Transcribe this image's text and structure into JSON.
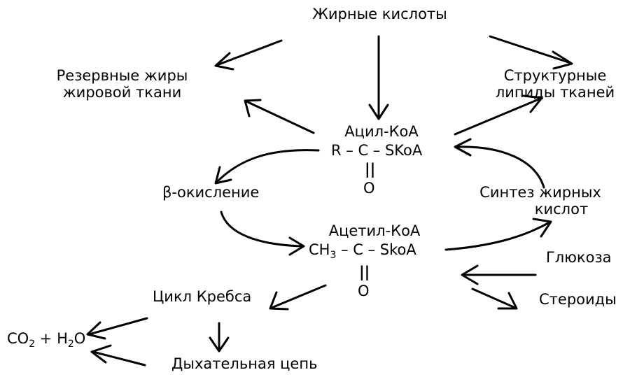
{
  "nodes": {
    "fatty_acids": "Жирные кислоты",
    "reserve_fats_line1": "Резервные жиры",
    "reserve_fats_line2": "жировой ткани",
    "structural_lipids_line1": "Структурные",
    "structural_lipids_line2": "липиды тканей",
    "acyl_coa_name": "Ацил-КоА",
    "acyl_coa_formula": "R – C – SKoA",
    "acyl_coa_double_bond": "||",
    "acyl_coa_oxygen": "O",
    "beta_oxidation": "β-окисление",
    "fa_synthesis_line1": "Синтез жирных",
    "fa_synthesis_line2": "кислот",
    "acetyl_coa_name": "Ацетил-КоА",
    "acetyl_coa_formula_ch": "CH",
    "acetyl_coa_formula_sub": "3",
    "acetyl_coa_formula_rest": " – C – SkoA",
    "acetyl_coa_double_bond": "||",
    "acetyl_coa_oxygen": "O",
    "glucose": "Глюкоза",
    "steroids": "Стероиды",
    "krebs_cycle": "Цикл Кребса",
    "co2_h2o_co": "CO",
    "co2_h2o_sub1": "2",
    "co2_h2o_mid": " + H",
    "co2_h2o_sub2": "2",
    "co2_h2o_end": "O",
    "respiratory_chain": "Дыхательная цепь"
  },
  "colors": {
    "line": "#000000",
    "background": "#ffffff"
  }
}
